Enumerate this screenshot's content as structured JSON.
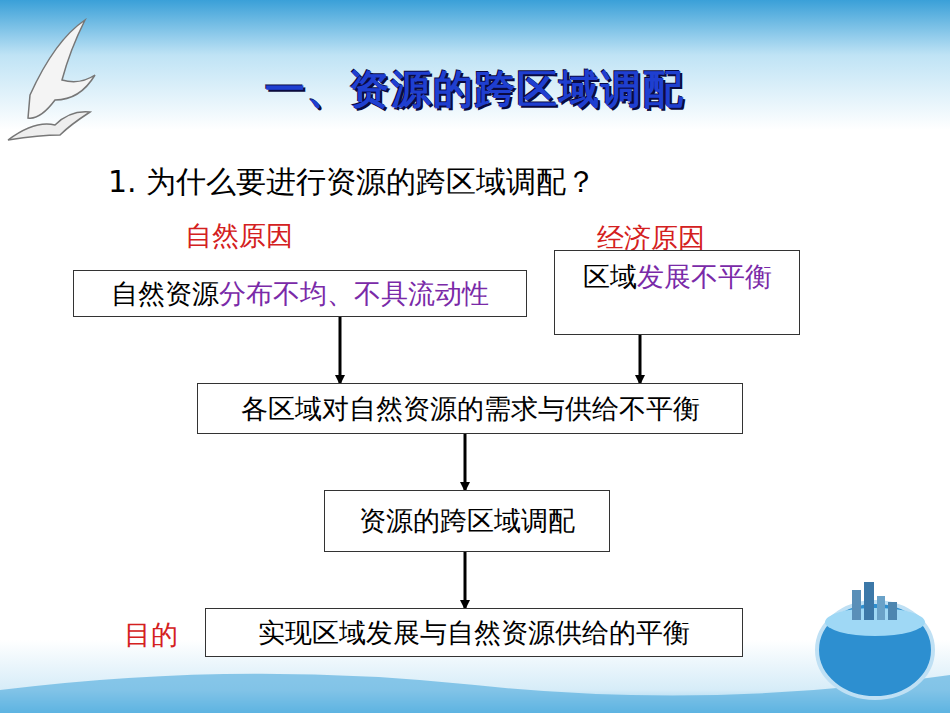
{
  "diagram": {
    "title": "一、资源的跨区域调配",
    "nodes": [
      {
        "text": [
          "自然资源",
          "分布不均、不具流动性"
        ]
      },
      {
        "text": [
          "区域",
          "发展不平衡"
        ]
      },
      {
        "text": [
          "各区域对自然资源的需求与供给不平衡"
        ]
      },
      {
        "text": [
          "资源的跨区域调配"
        ]
      },
      {
        "text": [
          "实现区域发展与自然资源供给的平衡"
        ]
      }
    ],
    "edges": [
      {
        "from": 0,
        "to": 2,
        "arrow": "to"
      },
      {
        "from": 1,
        "to": 2,
        "arrow": "to"
      },
      {
        "from": 2,
        "to": 3,
        "arrow": "to"
      },
      {
        "from": 3,
        "to": 4,
        "arrow": "to"
      }
    ],
    "labels": [
      "1. 为什么要进行资源的跨区域调配？",
      "自然原因",
      "经济原因",
      "目的"
    ]
  }
}
